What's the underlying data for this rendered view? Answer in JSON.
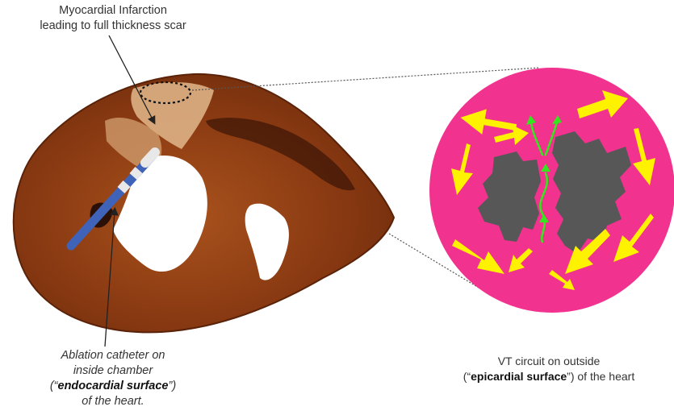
{
  "labels": {
    "infarction": {
      "line1": "Myocardial Infarction",
      "line2": "leading to full thickness scar"
    },
    "catheter": {
      "line1": "Ablation catheter on",
      "line2": "inside chamber",
      "line3_pre": "(“",
      "line3_bold": "endocardial surface",
      "line3_post": "”)",
      "line4": "of the heart."
    },
    "vt_circuit": {
      "line1": "VT circuit on outside",
      "line2_pre": "(“",
      "line2_bold": "epicardial surface",
      "line2_post": "”) of  the heart"
    }
  },
  "colors": {
    "tissue": "#8a3a12",
    "tissue_light": "#b8682d",
    "scar": "#e8c89a",
    "chamber": "#ffffff",
    "catheter": "#3f63b8",
    "magnify_circle": "#f2328f",
    "scar_islands": "#575757",
    "arrows_outer": "#fff200",
    "circuit_arrows": "#35e61e"
  }
}
